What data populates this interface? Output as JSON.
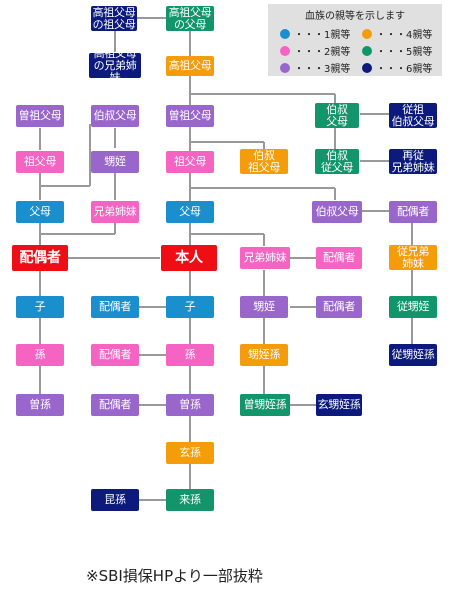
{
  "legend": {
    "title": "血族の親等を示します",
    "items": [
      {
        "label": "・・・1親等",
        "color": "#1a8fce"
      },
      {
        "label": "・・・4親等",
        "color": "#f59c0b"
      },
      {
        "label": "・・・2親等",
        "color": "#f564c3"
      },
      {
        "label": "・・・5親等",
        "color": "#12956a"
      },
      {
        "label": "・・・3親等",
        "color": "#9966cc"
      },
      {
        "label": "・・・6親等",
        "color": "#0b1a7c"
      }
    ]
  },
  "nodes": {
    "koso_no_sofubo": "高祖父母\nの祖父母",
    "koso_no_fubo": "高祖父母\nの父母",
    "koso_no_kyodai": "高祖父母\nの兄弟姉妹",
    "kosofubo": "高祖父母",
    "sosofubo_left": "曽祖父母",
    "hakushukubo_left": "伯叔父母",
    "sosofubo": "曽祖父母",
    "hakushuku_sofubo_right": "伯叔\n父母",
    "ju_so_hakushukubo": "従祖\n伯叔父母",
    "sofubo_left": "祖父母",
    "oimei_left": "甥姪",
    "sofubo": "祖父母",
    "hakushuku_sofubo": "伯叔\n祖父母",
    "hakushuku_ju_fubo": "伯叔\n従父母",
    "saiju_kyodai": "再従\n兄弟姉妹",
    "fubo_left": "父母",
    "kyodai_left": "兄弟姉妹",
    "fubo": "父母",
    "hakushukubo": "伯叔父母",
    "haigusha_right1": "配偶者",
    "haigusha_main": "配偶者",
    "honnin": "本人",
    "kyodai": "兄弟姉妹",
    "haigusha_kyodai": "配偶者",
    "ju_kyodai": "従兄弟\n姉妹",
    "ko_left": "子",
    "haigusha_ko": "配偶者",
    "ko": "子",
    "oimei": "甥姪",
    "haigusha_oimei": "配偶者",
    "ju_oimei": "従甥姪",
    "mago_left": "孫",
    "haigusha_mago": "配偶者",
    "mago": "孫",
    "oimeison": "甥姪孫",
    "ju_oimeison": "従甥姪孫",
    "himago_left": "曽孫",
    "haigusha_himago": "配偶者",
    "himago": "曽孫",
    "so_oimeison": "曽甥姪孫",
    "gen_oimeison": "玄甥姪孫",
    "genson": "玄孫",
    "konson": "昆孫",
    "raison": "来孫"
  },
  "footer": "※SBI損保HPより一部抜粋"
}
